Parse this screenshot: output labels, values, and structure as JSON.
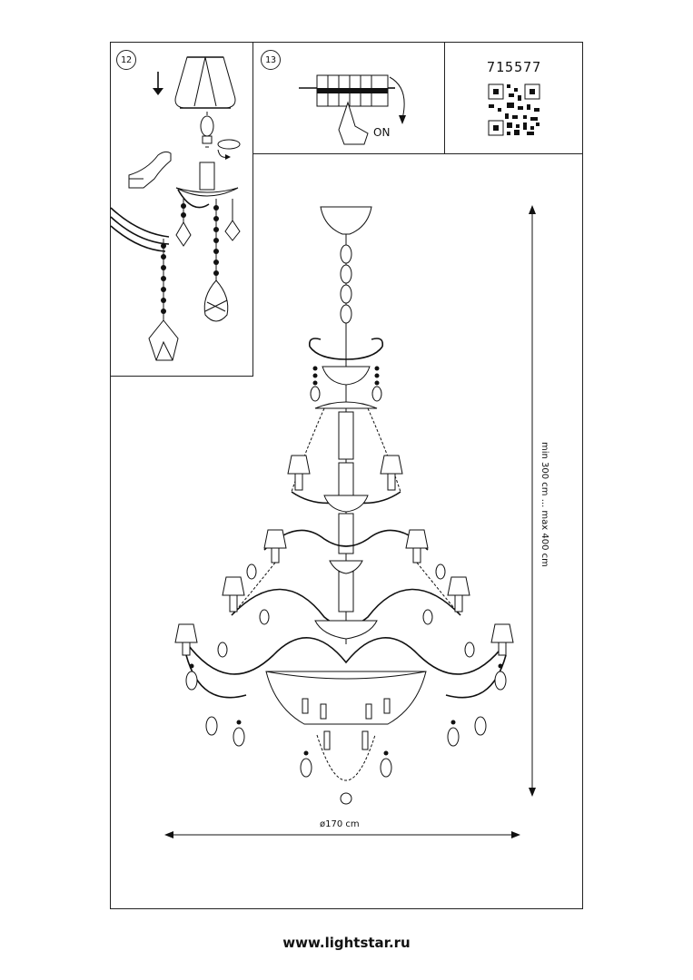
{
  "steps": {
    "step12": "12",
    "step13": "13",
    "on_label": "ON"
  },
  "product": {
    "code": "715577",
    "qr_icon": "qr-code-icon"
  },
  "dimensions": {
    "height": "min 300 cm ... max 400 cm",
    "diameter": "ø170 cm"
  },
  "footer": {
    "website": "www.lightstar.ru"
  },
  "colors": {
    "line": "#111111",
    "background": "#ffffff"
  }
}
